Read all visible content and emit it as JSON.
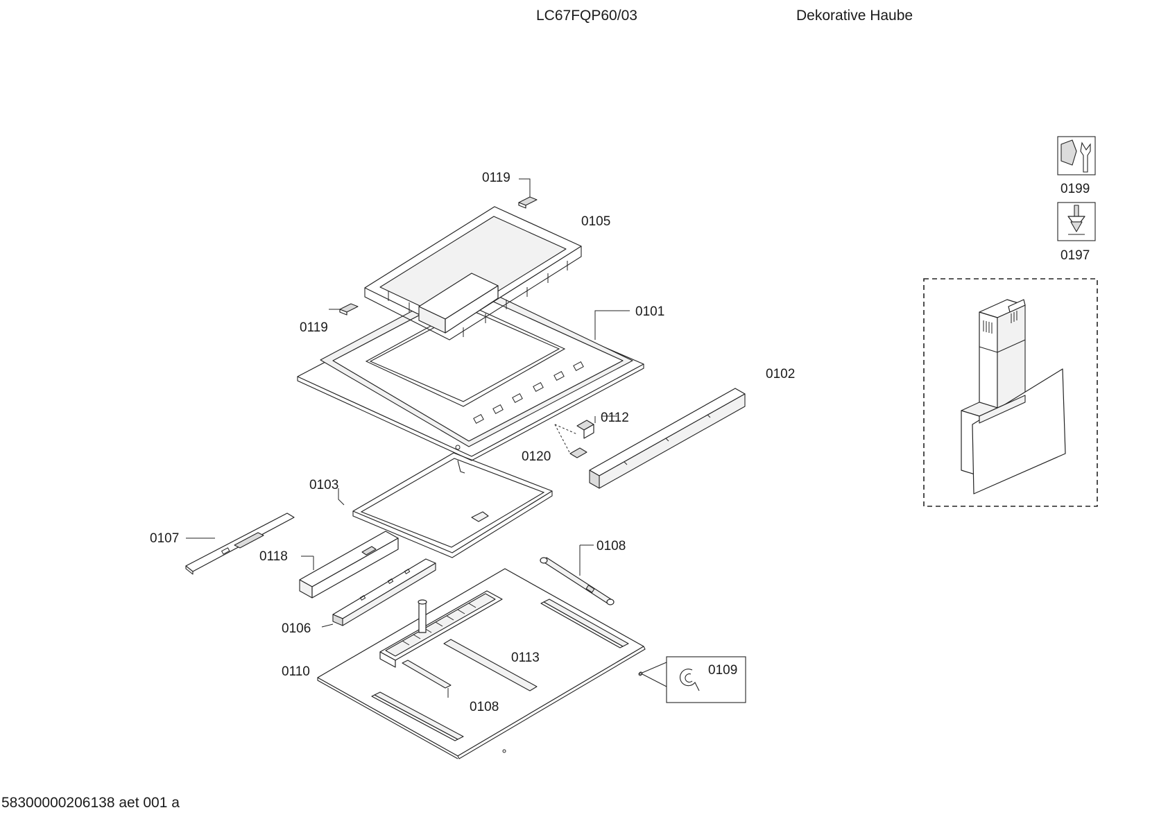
{
  "header": {
    "model": "LC67FQP60/03",
    "description": "Dekorative Haube"
  },
  "footer": {
    "code": "58300000206138 aet 001 a"
  },
  "labels": {
    "p0119a": "0119",
    "p0105": "0105",
    "p0119b": "0119",
    "p0101": "0101",
    "p0102": "0102",
    "p0112": "0112",
    "p0120": "0120",
    "p0103": "0103",
    "p0107": "0107",
    "p0118": "0118",
    "p0108a": "0108",
    "p0106": "0106",
    "p0113": "0113",
    "p0110": "0110",
    "p0109": "0109",
    "p0108b": "0108",
    "p0199": "0199",
    "p0197": "0197"
  },
  "icons": {
    "tool": "wrench-icon",
    "screw": "screw-icon"
  }
}
